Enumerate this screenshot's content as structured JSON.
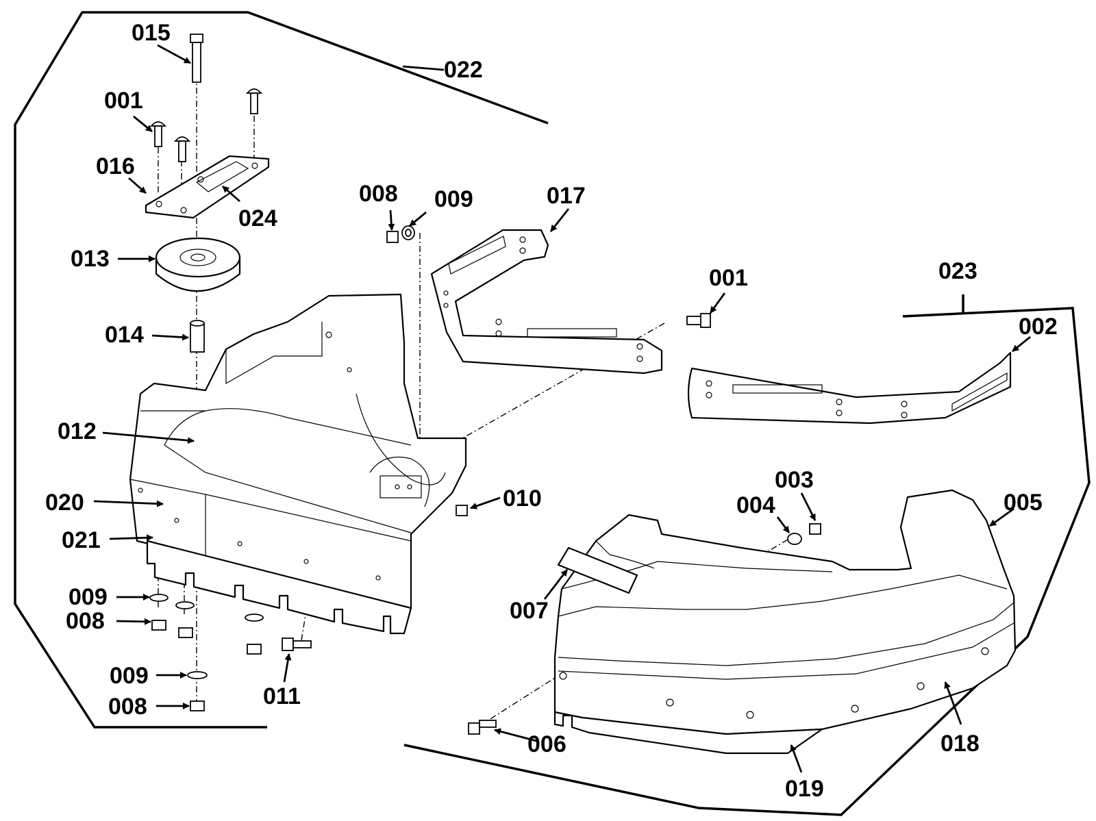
{
  "diagram": {
    "callouts": [
      {
        "id": "015",
        "label": "015"
      },
      {
        "id": "022",
        "label": "022"
      },
      {
        "id": "001a",
        "label": "001"
      },
      {
        "id": "016",
        "label": "016"
      },
      {
        "id": "024",
        "label": "024"
      },
      {
        "id": "013",
        "label": "013"
      },
      {
        "id": "014",
        "label": "014"
      },
      {
        "id": "012",
        "label": "012"
      },
      {
        "id": "020",
        "label": "020"
      },
      {
        "id": "021",
        "label": "021"
      },
      {
        "id": "009a",
        "label": "009"
      },
      {
        "id": "008a",
        "label": "008"
      },
      {
        "id": "009b",
        "label": "009"
      },
      {
        "id": "008b",
        "label": "008"
      },
      {
        "id": "011",
        "label": "011"
      },
      {
        "id": "008c",
        "label": "008"
      },
      {
        "id": "009c",
        "label": "009"
      },
      {
        "id": "010",
        "label": "010"
      },
      {
        "id": "017",
        "label": "017"
      },
      {
        "id": "001b",
        "label": "001"
      },
      {
        "id": "023",
        "label": "023"
      },
      {
        "id": "002",
        "label": "002"
      },
      {
        "id": "003",
        "label": "003"
      },
      {
        "id": "004",
        "label": "004"
      },
      {
        "id": "005",
        "label": "005"
      },
      {
        "id": "007",
        "label": "007"
      },
      {
        "id": "018",
        "label": "018"
      },
      {
        "id": "006",
        "label": "006"
      },
      {
        "id": "019",
        "label": "019"
      }
    ]
  }
}
